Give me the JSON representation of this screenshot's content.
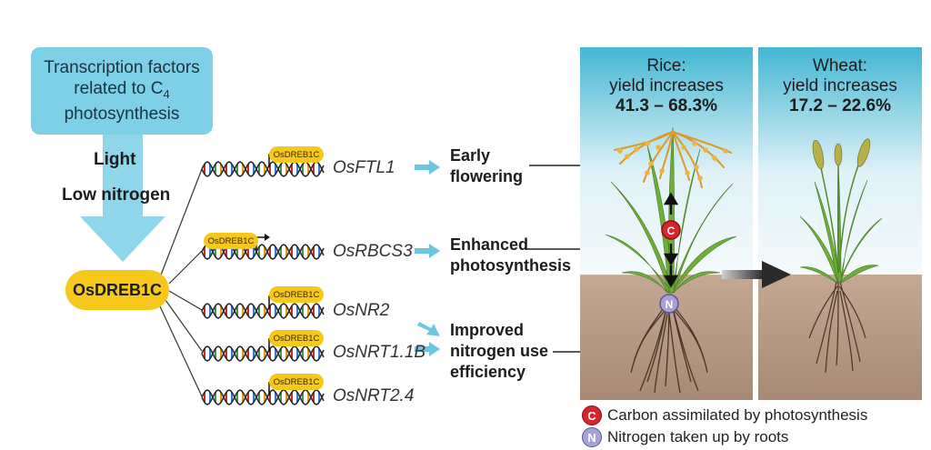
{
  "upstream": {
    "box_line1": "Transcription factors",
    "box_line2_prefix": "related to C",
    "box_line2_sub": "4",
    "box_line3": "photosynthesis",
    "condition_light": "Light",
    "condition_nitrogen": "Low nitrogen"
  },
  "hub_label": "OsDREB1C",
  "promoter_tag": "OsDREB1C",
  "genes": [
    {
      "name": "OsFTL1"
    },
    {
      "name": "OsRBCS3"
    },
    {
      "name": "OsNR2"
    },
    {
      "name": "OsNRT1.1B"
    },
    {
      "name": "OsNRT2.4"
    }
  ],
  "effects": {
    "flowering_line1": "Early",
    "flowering_line2": "flowering",
    "photosynthesis_line1": "Enhanced",
    "photosynthesis_line2": "photosynthesis",
    "nitrogen_line1": "Improved",
    "nitrogen_line2": "nitrogen use",
    "nitrogen_line3": "efficiency"
  },
  "panels": {
    "rice": {
      "line1": "Rice:",
      "line2": "yield increases",
      "range": "41.3 – 68.3%"
    },
    "wheat": {
      "line1": "Wheat:",
      "line2": "yield increases",
      "range": "17.2 – 22.6%"
    }
  },
  "legend": {
    "carbon_symbol": "C",
    "carbon_text": "Carbon assimilated by photosynthesis",
    "nitrogen_symbol": "N",
    "nitrogen_text": "Nitrogen taken up by roots"
  },
  "colors": {
    "box_blue": "#7dd0e6",
    "hub_yellow": "#f5c81b",
    "arrow_cyan": "#6cc6df",
    "carbon_red": "#d6262c",
    "nitrogen_purple": "#a8a3d6",
    "soil_brown": "#b79a83",
    "sky_top": "#44b7d3"
  }
}
